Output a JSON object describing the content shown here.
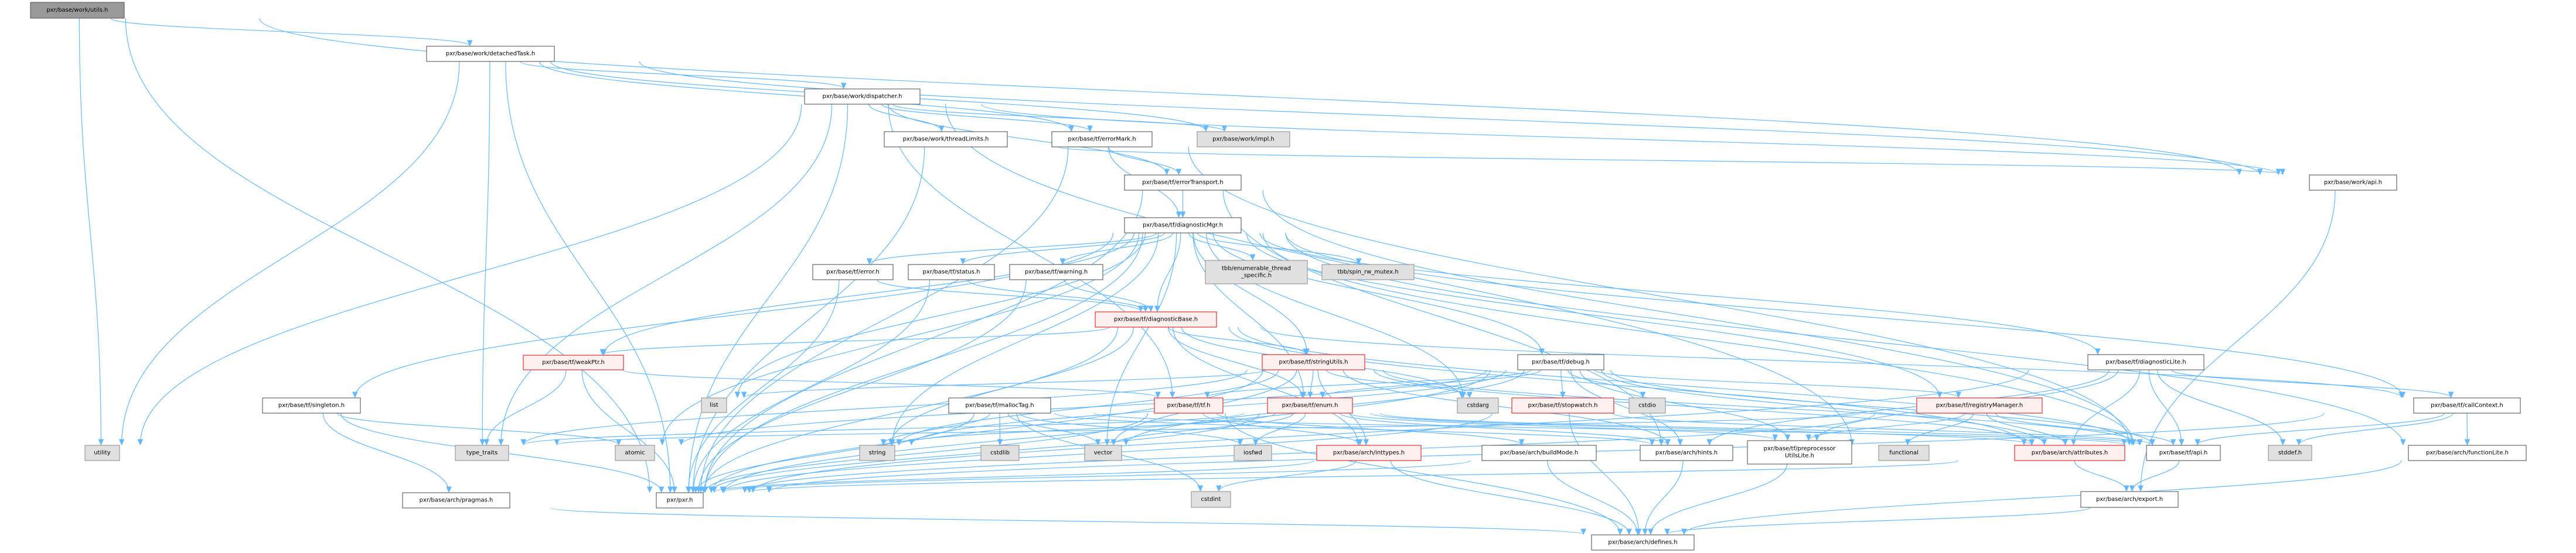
{
  "diagram": {
    "title": "Include dependency graph for pxr/base/work/utils.h",
    "colors": {
      "edge": "#63b8ff",
      "root_fill": "#999999",
      "normal_border": "#666666",
      "system_fill": "#e0e0e0",
      "truncated_border": "#e03030",
      "truncated_fill": "#fff0f0"
    },
    "nodes": [
      {
        "id": "utils",
        "label": "pxr/base/work/utils.h",
        "kind": "root"
      },
      {
        "id": "detachedTask",
        "label": "pxr/base/work/detachedTask.h",
        "kind": "normal"
      },
      {
        "id": "dispatcher",
        "label": "pxr/base/work/dispatcher.h",
        "kind": "normal"
      },
      {
        "id": "threadLimits",
        "label": "pxr/base/work/threadLimits.h",
        "kind": "normal"
      },
      {
        "id": "errorMark",
        "label": "pxr/base/tf/errorMark.h",
        "kind": "normal"
      },
      {
        "id": "impl",
        "label": "pxr/base/work/impl.h",
        "kind": "system"
      },
      {
        "id": "workApi",
        "label": "pxr/base/work/api.h",
        "kind": "normal"
      },
      {
        "id": "errorTransport",
        "label": "pxr/base/tf/errorTransport.h",
        "kind": "normal"
      },
      {
        "id": "diagnosticMgr",
        "label": "pxr/base/tf/diagnosticMgr.h",
        "kind": "normal"
      },
      {
        "id": "error",
        "label": "pxr/base/tf/error.h",
        "kind": "normal"
      },
      {
        "id": "status",
        "label": "pxr/base/tf/status.h",
        "kind": "normal"
      },
      {
        "id": "warning",
        "label": "pxr/base/tf/warning.h",
        "kind": "normal"
      },
      {
        "id": "tbbEts",
        "label": "tbb/enumerable_thread\n_specific.h",
        "kind": "system"
      },
      {
        "id": "tbbSpin",
        "label": "tbb/spin_rw_mutex.h",
        "kind": "system"
      },
      {
        "id": "diagnosticBase",
        "label": "pxr/base/tf/diagnosticBase.h",
        "kind": "truncated"
      },
      {
        "id": "weakPtr",
        "label": "pxr/base/tf/weakPtr.h",
        "kind": "truncated"
      },
      {
        "id": "stringUtils",
        "label": "pxr/base/tf/stringUtils.h",
        "kind": "truncated"
      },
      {
        "id": "debug",
        "label": "pxr/base/tf/debug.h",
        "kind": "normal"
      },
      {
        "id": "diagnosticLite",
        "label": "pxr/base/tf/diagnosticLite.h",
        "kind": "normal"
      },
      {
        "id": "singleton",
        "label": "pxr/base/tf/singleton.h",
        "kind": "normal"
      },
      {
        "id": "list",
        "label": "list",
        "kind": "system"
      },
      {
        "id": "mallocTag",
        "label": "pxr/base/tf/mallocTag.h",
        "kind": "normal"
      },
      {
        "id": "tfh",
        "label": "pxr/base/tf/tf.h",
        "kind": "truncated"
      },
      {
        "id": "enum",
        "label": "pxr/base/tf/enum.h",
        "kind": "truncated"
      },
      {
        "id": "cstdarg",
        "label": "cstdarg",
        "kind": "system"
      },
      {
        "id": "stopwatch",
        "label": "pxr/base/tf/stopwatch.h",
        "kind": "truncated"
      },
      {
        "id": "cstdio",
        "label": "cstdio",
        "kind": "system"
      },
      {
        "id": "registryManager",
        "label": "pxr/base/tf/registryManager.h",
        "kind": "truncated"
      },
      {
        "id": "callContext",
        "label": "pxr/base/tf/callContext.h",
        "kind": "normal"
      },
      {
        "id": "utility",
        "label": "utility",
        "kind": "system"
      },
      {
        "id": "typeTraits",
        "label": "type_traits",
        "kind": "system"
      },
      {
        "id": "atomic",
        "label": "atomic",
        "kind": "system"
      },
      {
        "id": "string",
        "label": "string",
        "kind": "system"
      },
      {
        "id": "cstdlib",
        "label": "cstdlib",
        "kind": "system"
      },
      {
        "id": "vector",
        "label": "vector",
        "kind": "system"
      },
      {
        "id": "iosfwd",
        "label": "iosfwd",
        "kind": "system"
      },
      {
        "id": "inttypes",
        "label": "pxr/base/arch/inttypes.h",
        "kind": "truncated"
      },
      {
        "id": "buildMode",
        "label": "pxr/base/arch/buildMode.h",
        "kind": "normal"
      },
      {
        "id": "hints",
        "label": "pxr/base/arch/hints.h",
        "kind": "normal"
      },
      {
        "id": "preprocessor",
        "label": "pxr/base/tf/preprocessor\nUtilsLite.h",
        "kind": "normal"
      },
      {
        "id": "functional",
        "label": "functional",
        "kind": "system"
      },
      {
        "id": "attributes",
        "label": "pxr/base/arch/attributes.h",
        "kind": "truncated"
      },
      {
        "id": "tfApi",
        "label": "pxr/base/tf/api.h",
        "kind": "normal"
      },
      {
        "id": "stddef",
        "label": "stddef.h",
        "kind": "system"
      },
      {
        "id": "functionLite",
        "label": "pxr/base/arch/functionLite.h",
        "kind": "normal"
      },
      {
        "id": "pragmas",
        "label": "pxr/base/arch/pragmas.h",
        "kind": "normal"
      },
      {
        "id": "pxr",
        "label": "pxr/pxr.h",
        "kind": "normal"
      },
      {
        "id": "cstdint",
        "label": "cstdint",
        "kind": "system"
      },
      {
        "id": "export",
        "label": "pxr/base/arch/export.h",
        "kind": "normal"
      },
      {
        "id": "defines",
        "label": "pxr/base/arch/defines.h",
        "kind": "normal"
      }
    ],
    "edges": [
      [
        "utils",
        "detachedTask"
      ],
      [
        "utils",
        "workApi"
      ],
      [
        "utils",
        "utility"
      ],
      [
        "utils",
        "pxr"
      ],
      [
        "detachedTask",
        "dispatcher"
      ],
      [
        "detachedTask",
        "errorMark"
      ],
      [
        "detachedTask",
        "impl"
      ],
      [
        "detachedTask",
        "workApi"
      ],
      [
        "detachedTask",
        "utility"
      ],
      [
        "detachedTask",
        "typeTraits"
      ],
      [
        "detachedTask",
        "pxr"
      ],
      [
        "dispatcher",
        "threadLimits"
      ],
      [
        "dispatcher",
        "errorMark"
      ],
      [
        "dispatcher",
        "errorTransport"
      ],
      [
        "dispatcher",
        "impl"
      ],
      [
        "dispatcher",
        "workApi"
      ],
      [
        "dispatcher",
        "utility"
      ],
      [
        "dispatcher",
        "typeTraits"
      ],
      [
        "dispatcher",
        "pxr"
      ],
      [
        "dispatcher",
        "functional"
      ],
      [
        "dispatcher",
        "tfh"
      ],
      [
        "threadLimits",
        "workApi"
      ],
      [
        "threadLimits",
        "pxr"
      ],
      [
        "errorMark",
        "diagnosticMgr"
      ],
      [
        "errorMark",
        "errorTransport"
      ],
      [
        "errorMark",
        "tfApi"
      ],
      [
        "errorMark",
        "pxr"
      ],
      [
        "errorTransport",
        "diagnosticMgr"
      ],
      [
        "errorTransport",
        "tfApi"
      ],
      [
        "errorTransport",
        "pxr"
      ],
      [
        "errorTransport",
        "hints"
      ],
      [
        "diagnosticMgr",
        "error"
      ],
      [
        "diagnosticMgr",
        "status"
      ],
      [
        "diagnosticMgr",
        "warning"
      ],
      [
        "diagnosticMgr",
        "tbbEts"
      ],
      [
        "diagnosticMgr",
        "tbbSpin"
      ],
      [
        "diagnosticMgr",
        "diagnosticBase"
      ],
      [
        "diagnosticMgr",
        "weakPtr"
      ],
      [
        "diagnosticMgr",
        "stringUtils"
      ],
      [
        "diagnosticMgr",
        "debug"
      ],
      [
        "diagnosticMgr",
        "diagnosticLite"
      ],
      [
        "diagnosticMgr",
        "singleton"
      ],
      [
        "diagnosticMgr",
        "list"
      ],
      [
        "diagnosticMgr",
        "enum"
      ],
      [
        "diagnosticMgr",
        "cstdarg"
      ],
      [
        "diagnosticMgr",
        "callContext"
      ],
      [
        "diagnosticMgr",
        "atomic"
      ],
      [
        "diagnosticMgr",
        "string"
      ],
      [
        "diagnosticMgr",
        "vector"
      ],
      [
        "diagnosticMgr",
        "tfApi"
      ],
      [
        "diagnosticMgr",
        "pxr"
      ],
      [
        "diagnosticMgr",
        "functionLite"
      ],
      [
        "diagnosticMgr",
        "registryManager"
      ],
      [
        "error",
        "diagnosticBase"
      ],
      [
        "error",
        "pxr"
      ],
      [
        "status",
        "diagnosticBase"
      ],
      [
        "status",
        "pxr"
      ],
      [
        "warning",
        "diagnosticBase"
      ],
      [
        "warning",
        "pxr"
      ],
      [
        "diagnosticBase",
        "stringUtils"
      ],
      [
        "diagnosticBase",
        "enum"
      ],
      [
        "diagnosticBase",
        "weakPtr"
      ],
      [
        "diagnosticBase",
        "cstdarg"
      ],
      [
        "diagnosticBase",
        "string"
      ],
      [
        "diagnosticBase",
        "inttypes"
      ],
      [
        "diagnosticBase",
        "attributes"
      ],
      [
        "diagnosticBase",
        "callContext"
      ],
      [
        "diagnosticBase",
        "tfApi"
      ],
      [
        "diagnosticBase",
        "pxr"
      ],
      [
        "weakPtr",
        "typeTraits"
      ],
      [
        "weakPtr",
        "pxr"
      ],
      [
        "weakPtr",
        "tfh"
      ],
      [
        "stringUtils",
        "enum"
      ],
      [
        "stringUtils",
        "cstdarg"
      ],
      [
        "stringUtils",
        "string"
      ],
      [
        "stringUtils",
        "vector"
      ],
      [
        "stringUtils",
        "inttypes"
      ],
      [
        "stringUtils",
        "attributes"
      ],
      [
        "stringUtils",
        "tfApi"
      ],
      [
        "stringUtils",
        "pxr"
      ],
      [
        "stringUtils",
        "list"
      ],
      [
        "stringUtils",
        "hints"
      ],
      [
        "stringUtils",
        "typeTraits"
      ],
      [
        "debug",
        "stopwatch"
      ],
      [
        "debug",
        "cstdio"
      ],
      [
        "debug",
        "registryManager"
      ],
      [
        "debug",
        "enum"
      ],
      [
        "debug",
        "tfh"
      ],
      [
        "debug",
        "preprocessor"
      ],
      [
        "debug",
        "attributes"
      ],
      [
        "debug",
        "hints"
      ],
      [
        "debug",
        "tfApi"
      ],
      [
        "debug",
        "atomic"
      ],
      [
        "debug",
        "string"
      ],
      [
        "debug",
        "vector"
      ],
      [
        "debug",
        "pxr"
      ],
      [
        "diagnosticLite",
        "callContext"
      ],
      [
        "diagnosticLite",
        "attributes"
      ],
      [
        "diagnosticLite",
        "tfApi"
      ],
      [
        "diagnosticLite",
        "stddef"
      ],
      [
        "diagnosticLite",
        "hints"
      ],
      [
        "diagnosticLite",
        "pxr"
      ],
      [
        "diagnosticLite",
        "preprocessor"
      ],
      [
        "singleton",
        "atomic"
      ],
      [
        "singleton",
        "pragmas"
      ],
      [
        "singleton",
        "pxr"
      ],
      [
        "mallocTag",
        "string"
      ],
      [
        "mallocTag",
        "cstdlib"
      ],
      [
        "mallocTag",
        "vector"
      ],
      [
        "mallocTag",
        "iosfwd"
      ],
      [
        "mallocTag",
        "cstdint"
      ],
      [
        "mallocTag",
        "tfApi"
      ],
      [
        "mallocTag",
        "pxr"
      ],
      [
        "mallocTag",
        "hints"
      ],
      [
        "tfh",
        "inttypes"
      ],
      [
        "tfh",
        "buildMode"
      ],
      [
        "tfh",
        "pxr"
      ],
      [
        "tfh",
        "defines"
      ],
      [
        "enum",
        "iosfwd"
      ],
      [
        "enum",
        "string"
      ],
      [
        "enum",
        "vector"
      ],
      [
        "enum",
        "typeTraits"
      ],
      [
        "enum",
        "tfApi"
      ],
      [
        "enum",
        "pxr"
      ],
      [
        "enum",
        "preprocessor"
      ],
      [
        "enum",
        "attributes"
      ],
      [
        "enum",
        "hints"
      ],
      [
        "stopwatch",
        "tfApi"
      ],
      [
        "stopwatch",
        "pxr"
      ],
      [
        "stopwatch",
        "defines"
      ],
      [
        "registryManager",
        "attributes"
      ],
      [
        "registryManager",
        "preprocessor"
      ],
      [
        "registryManager",
        "functional"
      ],
      [
        "registryManager",
        "tfApi"
      ],
      [
        "registryManager",
        "pxr"
      ],
      [
        "registryManager",
        "typeTraits"
      ],
      [
        "callContext",
        "functionLite"
      ],
      [
        "callContext",
        "stddef"
      ],
      [
        "callContext",
        "tfApi"
      ],
      [
        "callContext",
        "pxr"
      ],
      [
        "inttypes",
        "cstdint"
      ],
      [
        "inttypes",
        "defines"
      ],
      [
        "inttypes",
        "pxr"
      ],
      [
        "buildMode",
        "defines"
      ],
      [
        "buildMode",
        "pxr"
      ],
      [
        "hints",
        "defines"
      ],
      [
        "preprocessor",
        "defines"
      ],
      [
        "attributes",
        "export"
      ],
      [
        "attributes",
        "pxr"
      ],
      [
        "tfApi",
        "export"
      ],
      [
        "functionLite",
        "defines"
      ],
      [
        "workApi",
        "export"
      ],
      [
        "export",
        "defines"
      ],
      [
        "pragmas",
        "defines"
      ]
    ]
  }
}
